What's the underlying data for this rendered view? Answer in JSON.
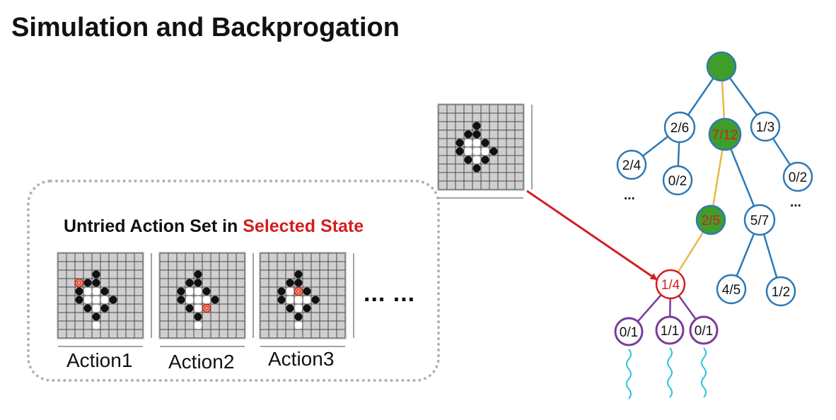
{
  "title": "Simulation and Backprogation",
  "panel": {
    "heading_prefix": "Untried Action Set in ",
    "heading_highlight": "Selected State",
    "actions": [
      {
        "label": "Action1"
      },
      {
        "label": "Action2"
      },
      {
        "label": "Action3"
      }
    ],
    "more_label": "... ..."
  },
  "tree": {
    "nodes": [
      {
        "id": "root",
        "label": "",
        "style": "green"
      },
      {
        "id": "n_2_6",
        "label": "2/6",
        "style": "blue"
      },
      {
        "id": "n_7_12",
        "label": "7/12",
        "style": "green-red"
      },
      {
        "id": "n_1_3",
        "label": "1/3",
        "style": "blue"
      },
      {
        "id": "n_2_4",
        "label": "2/4",
        "style": "blue"
      },
      {
        "id": "n_0_2a",
        "label": "0/2",
        "style": "blue"
      },
      {
        "id": "n_0_2b",
        "label": "0/2",
        "style": "blue"
      },
      {
        "id": "n_2_5",
        "label": "2/5",
        "style": "green-red"
      },
      {
        "id": "n_5_7",
        "label": "5/7",
        "style": "blue"
      },
      {
        "id": "n_1_4",
        "label": "1/4",
        "style": "red"
      },
      {
        "id": "n_4_5",
        "label": "4/5",
        "style": "blue"
      },
      {
        "id": "n_1_2",
        "label": "1/2",
        "style": "blue"
      },
      {
        "id": "n_0_1a",
        "label": "0/1",
        "style": "purple"
      },
      {
        "id": "n_1_1",
        "label": "1/1",
        "style": "purple"
      },
      {
        "id": "n_0_1b",
        "label": "0/1",
        "style": "purple"
      }
    ],
    "ellipsis_left": "...",
    "ellipsis_right": "..."
  },
  "colors": {
    "tree_edge": "#2e79b5",
    "selected_path": "#e8b84a",
    "selected_red": "#d41e1e",
    "node_green": "#3f9e2a",
    "rollout_purple": "#7a3c9a",
    "rollout_wave": "#2ec4d6",
    "arrow": "#d41e1e",
    "board_bg": "#cfcfcf"
  }
}
